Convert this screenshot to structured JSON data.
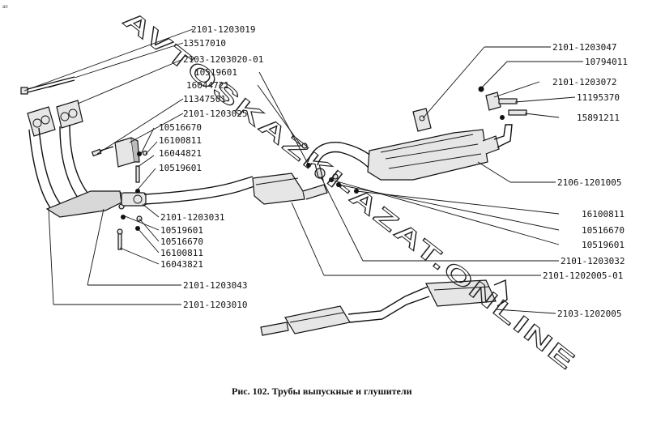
{
  "watermark": "AVTOSKAZKI-AZAT.ONLINE",
  "corner_mark": "ап",
  "caption": "Рис. 102. Трубы выпускные и глушители",
  "labels": {
    "l01": "2101-1203019",
    "l02": "13517010",
    "l03": "2103-1203020-01",
    "l04": "10519601",
    "l05": "16044721",
    "l06": "11347501",
    "l07": "2101-1203025",
    "l08": "10516670",
    "l09": "16100811",
    "l10": "16044821",
    "l11": "10519601",
    "l12": "2101-1203031",
    "l13": "10519601",
    "l14": "10516670",
    "l15": "16100811",
    "l16": "16043821",
    "l17": "2101-1203043",
    "l18": "2101-1203010",
    "r01": "2101-1203047",
    "r02": "10794011",
    "r03": "2101-1203072",
    "r04": "11195370",
    "r05": "15891211",
    "r06": "2106-1201005",
    "r07": "16100811",
    "r08": "10516670",
    "r09": "10519601",
    "r10": "2101-1203032",
    "r11": "2101-1202005-01",
    "r12": "2103-1202005"
  }
}
